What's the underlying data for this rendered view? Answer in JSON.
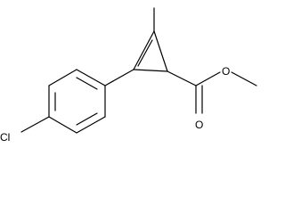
{
  "structure": {
    "atoms": {
      "chlorine": "Cl",
      "carbonyl_oxygen": "O",
      "ester_oxygen": "O"
    }
  }
}
